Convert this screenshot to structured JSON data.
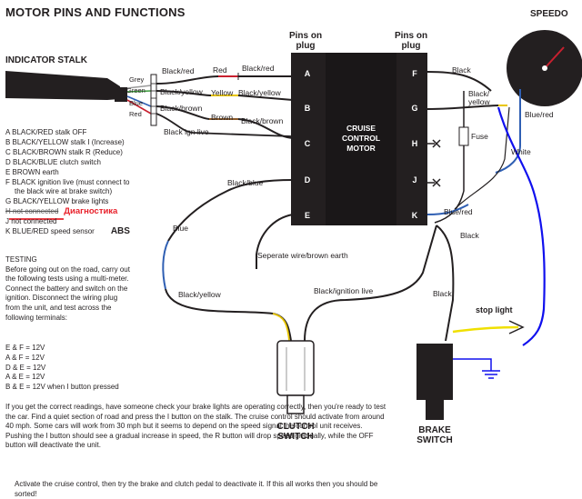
{
  "title": "MOTOR PINS AND FUNCTIONS",
  "speedo_label": "SPEEDO",
  "indicator_stalk_label": "INDICATOR STALK",
  "pins_on_plug_left": "Pins on\nplug",
  "pins_on_plug_right": "Pins on\nplug",
  "motor_label": "CRUISE CONTROL\nMOTOR",
  "left_pins": [
    "A",
    "B",
    "C",
    "D",
    "E"
  ],
  "right_pins": [
    "F",
    "G",
    "H",
    "J",
    "K"
  ],
  "stalk_wires": [
    "Grey",
    "Green",
    "Blue",
    "Red"
  ],
  "wire_labels": {
    "black_red_1": "Black/red",
    "red": "Red",
    "black_red_2": "Black/red",
    "black_yellow_1": "Black/yellow",
    "yellow": "Yellow",
    "black_yellow_2": "Black/yellow",
    "black_brown_1": "Black/brown",
    "brown": "Brown",
    "black_brown_2": "Black/brown",
    "black_ign_live": "Black ign live",
    "black_blue": "Black/blue",
    "blue": "Blue",
    "black_yellow_left": "Black/yellow",
    "black_ignition_live": "Black/ignition live",
    "separate_earth": "Seperate wire/brown earth",
    "black_f": "Black",
    "black_yellow_g": "Black/\nyellow",
    "blue_red_speedo": "Blue/red",
    "white": "White",
    "fuse": "Fuse",
    "blue_red_k": "Blue/red",
    "black_k": "Black",
    "black_lower": "Black",
    "stop_light": "stop light"
  },
  "legend": [
    "A BLACK/RED stalk OFF",
    "B BLACK/YELLOW stalk I (Increase)",
    "C BLACK/BROWN stalk R (Reduce)",
    "D BLACK/BLUE clutch switch",
    "E BROWN earth",
    "F BLACK ignition live (must connect to",
    "the black wire at brake switch)",
    "G BLACK/YELLOW brake lights"
  ],
  "legend_h": "H not connected",
  "legend_h_annotation": "Диагностика",
  "legend_j": "J not connected",
  "legend_k": "K BLUE/RED speed sensor",
  "legend_k_annotation": "ABS",
  "testing_title": "TESTING",
  "testing_lines": [
    "Before going out on the road, carry out",
    "the following tests using a multi-meter.",
    "Connect the battery and switch on the",
    "ignition. Disconnect the wiring plug",
    "from the unit, and test across the",
    "following terminals:"
  ],
  "tests": [
    "E & F = 12V",
    "A & F = 12V",
    "D & E = 12V",
    "A & E = 12V",
    "B & E = 12V when I button pressed"
  ],
  "paragraph": "If you get the correct readings, have someone check your brake lights are operating correctly, then you're ready to test the car. Find a quiet section of road and press the I button on the stalk. The cruise control should activate from around 40 mph. Some cars will work from 30 mph but it seems to depend on the speed signal the control unit receives. Pushing the I button should see a gradual increase in speed, the R button will drop speed gradually, while the OFF button will deactivate the unit.",
  "paragraph2": "Activate the cruise control, then try the brake and clutch pedal to deactivate it. If this all works then you should be sorted!",
  "clutch_label": "CLUTCH\nSWITCH",
  "brake_label": "BRAKE\nSWITCH",
  "colors": {
    "motor_fill": "#231f20",
    "wire_black": "#231f20",
    "wire_red": "#c8202f",
    "wire_yellow": "#e9c600",
    "wire_brown": "#8a5a2b",
    "wire_blue": "#2f5fb3",
    "wire_grey": "#9a9a9a",
    "wire_green": "#3a9a3a",
    "annotation_red": "#e8202a",
    "hand_blue": "#1010ee",
    "hand_yellow": "#f0e000"
  }
}
